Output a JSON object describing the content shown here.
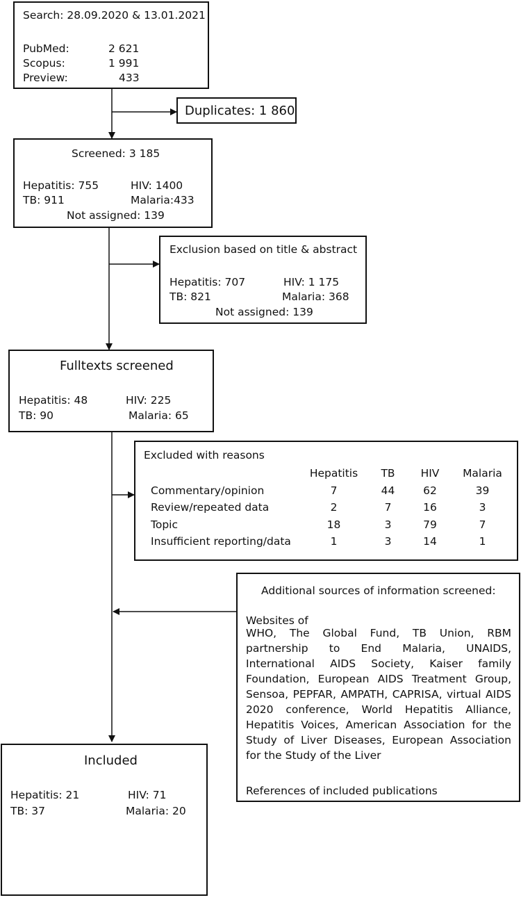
{
  "search": {
    "title": "Search: 28.09.2020 & 13.01.2021",
    "rows": [
      {
        "label": "PubMed:",
        "value": "2 621"
      },
      {
        "label": "Scopus:",
        "value": "1 991"
      },
      {
        "label": "Preview:",
        "value": "433"
      }
    ]
  },
  "duplicates": {
    "label": "Duplicates: 1 860"
  },
  "screened": {
    "title": "Screened: 3 185",
    "hepatitis": "Hepatitis: 755",
    "hiv": "HIV: 1400",
    "tb": "TB: 911",
    "malaria": "Malaria:433",
    "not_assigned": "Not assigned: 139"
  },
  "exclusion": {
    "title": "Exclusion based on title & abstract",
    "hepatitis": "Hepatitis: 707",
    "hiv": "HIV: 1 175",
    "tb": "TB: 821",
    "malaria": "Malaria: 368",
    "not_assigned": "Not assigned: 139"
  },
  "fulltexts": {
    "title": "Fulltexts screened",
    "hepatitis": "Hepatitis: 48",
    "hiv": "HIV: 225",
    "tb": "TB: 90",
    "malaria": "Malaria: 65"
  },
  "excluded_reasons": {
    "title": "Excluded with reasons",
    "headers": [
      "Hepatitis",
      "TB",
      "HIV",
      "Malaria"
    ],
    "rows": [
      {
        "reason": "Commentary/opinion",
        "values": [
          "7",
          "44",
          "62",
          "39"
        ]
      },
      {
        "reason": "Review/repeated data",
        "values": [
          "2",
          "7",
          "16",
          "3"
        ]
      },
      {
        "reason": "Topic",
        "values": [
          "18",
          "3",
          "79",
          "7"
        ]
      },
      {
        "reason": "Insufficient reporting/data",
        "values": [
          "1",
          "3",
          "14",
          "1"
        ]
      }
    ]
  },
  "additional": {
    "title": "Additional sources of information screened:",
    "websites_label": "Websites of",
    "websites_text": "WHO, The Global Fund, TB Union, RBM partnership to End Malaria, UNAIDS, International AIDS Society, Kaiser family Foundation, European AIDS Treatment Group, Sensoa, PEPFAR, AMPATH, CAPRISA, virtual AIDS 2020 conference, World Hepatitis Alliance, Hepatitis Voices, American Association for the Study of Liver Diseases, European Association for the Study of the Liver",
    "references": "References of included publications"
  },
  "included": {
    "title": "Included",
    "hepatitis": "Hepatitis: 21",
    "hiv": "HIV: 71",
    "tb": "TB: 37",
    "malaria": "Malaria: 20"
  }
}
